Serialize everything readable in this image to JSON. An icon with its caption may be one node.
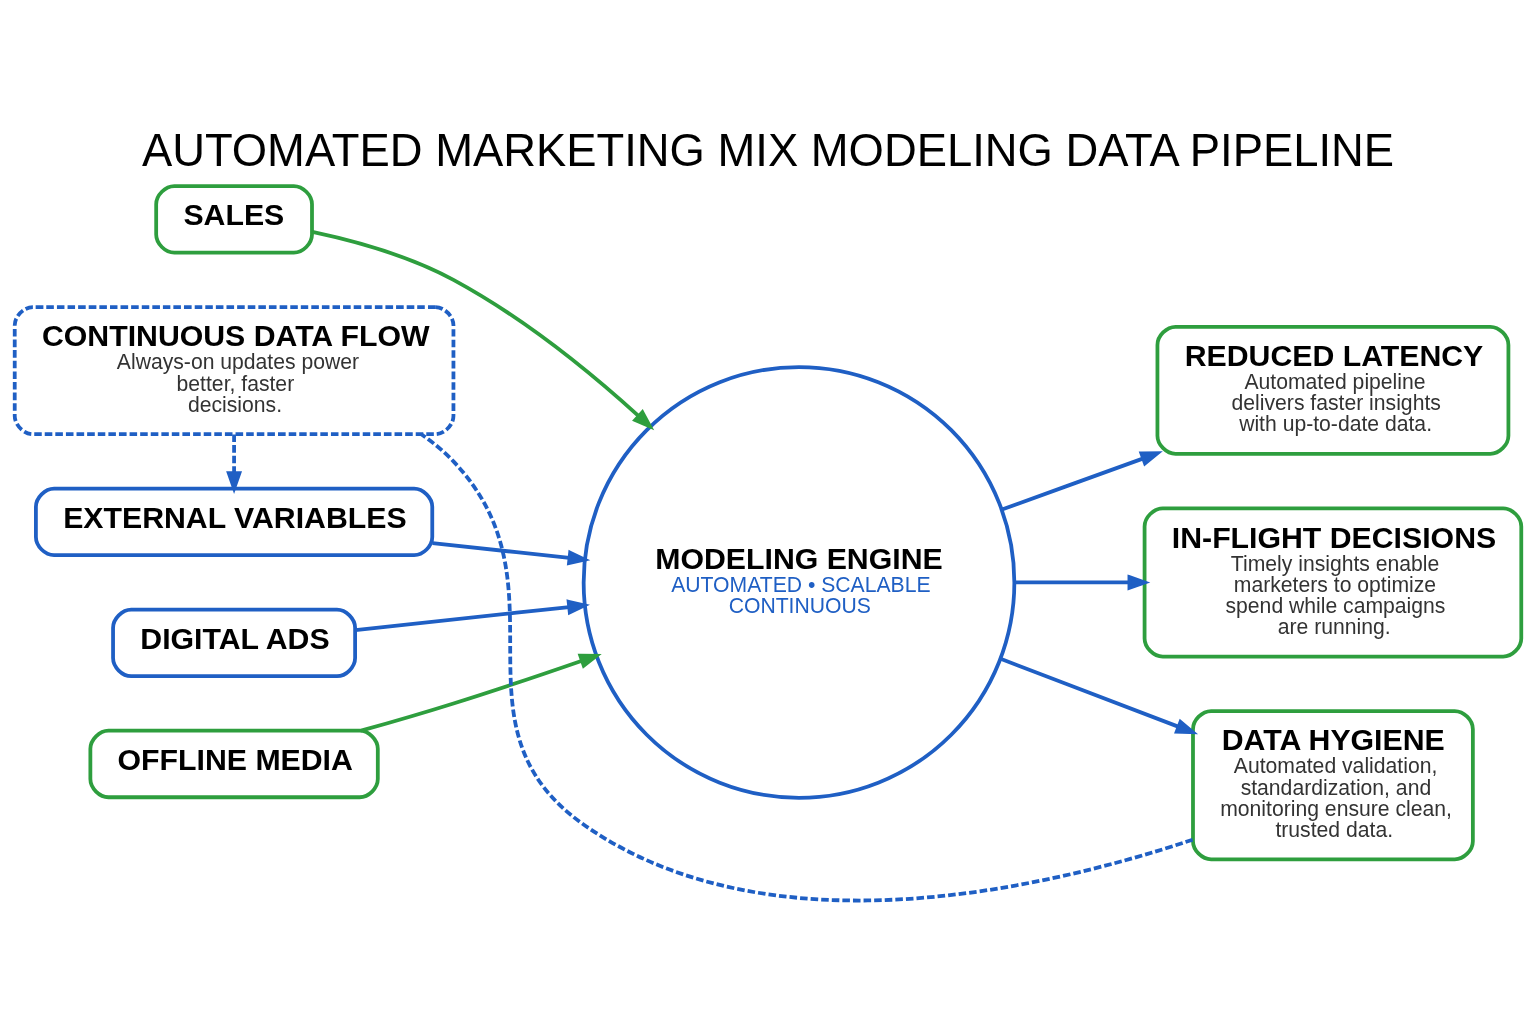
{
  "diagram": {
    "title": "AUTOMATED MARKETING MIX MODELING DATA PIPELINE",
    "nodes": [
      {
        "text": [
          "SALES"
        ]
      },
      {
        "text": [
          "DIGITAL ADS"
        ]
      },
      {
        "text": [
          "OFFLINE MEDIA"
        ]
      },
      {
        "text": [
          "EXTERNAL VARIABLES"
        ]
      },
      {
        "text": [
          "MODELING ENGINE",
          "AUTOMATED • SCALABLE CONTINUOUS"
        ]
      },
      {
        "text": [
          "REDUCED LATENCY",
          "Automated pipeline delivers faster insights with up-to-date data."
        ]
      },
      {
        "text": [
          "IN-FLIGHT DECISIONS",
          "Timely insights enable marketers to optimize spend while campaigns are running."
        ]
      },
      {
        "text": [
          "DATA HYGIENE",
          "Automated validation, standardization, and monitoring ensure clean, trusted data."
        ]
      },
      {
        "text": [
          "CONTINUOUS DATA FLOW",
          "Always-on updates power better, faster decisions."
        ]
      }
    ],
    "edges": [
      {
        "from": 0,
        "to": 4,
        "arrow": "to",
        "color": "#2e9e3e"
      },
      {
        "from": 1,
        "to": 4,
        "arrow": "to"
      },
      {
        "from": 2,
        "to": 4,
        "arrow": "to",
        "color": "#2e9e3e"
      },
      {
        "from": 3,
        "to": 4,
        "arrow": "to"
      },
      {
        "from": 4,
        "to": 5,
        "arrow": "to"
      },
      {
        "from": 4,
        "to": 6,
        "arrow": "to"
      },
      {
        "from": 4,
        "to": 7,
        "arrow": "to"
      },
      {
        "from": 7,
        "to": 8,
        "arrow": "none",
        "style": "dashed"
      },
      {
        "from": 8,
        "to": 3,
        "arrow": "to",
        "style": "dashed"
      }
    ]
  }
}
